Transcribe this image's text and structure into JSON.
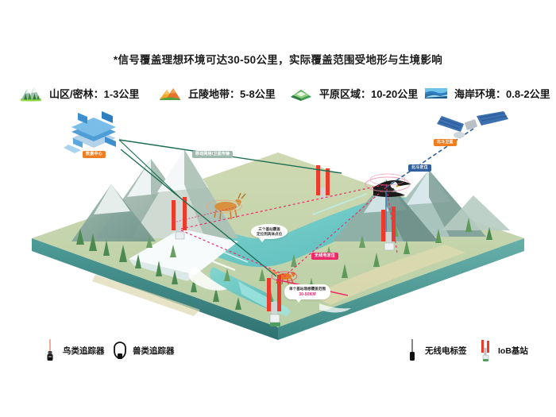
{
  "caption": "*信号覆盖理想环境可达30-50公里，实际覆盖范围受地形与生境影响",
  "legend_top": [
    {
      "icon": "mountain-forest-icon",
      "label": "山区/密林：1-3公里",
      "color": "#4f8c3a"
    },
    {
      "icon": "hill-icon",
      "label": "丘陵地带：5-8公里",
      "color": "#e8842a"
    },
    {
      "icon": "plain-icon",
      "label": "平原区域：10-20公里",
      "color": "#3f9e56"
    },
    {
      "icon": "coast-icon",
      "label": "海岸环境：0.8-2公里",
      "color": "#2a7ec4"
    }
  ],
  "legend_bottom": [
    {
      "icon": "bird-tracker-icon",
      "label": "鸟类追踪器"
    },
    {
      "icon": "mammal-tracker-icon",
      "label": "兽类追踪器"
    },
    {
      "icon": "radio-tag-icon",
      "label": "无线电标签"
    },
    {
      "icon": "iob-basestation-icon",
      "label": "IoB基站"
    }
  ],
  "scene_labels": {
    "data_center": "数据中心",
    "mobile_satellite_link": "移动网络/卫星传输",
    "beidou_satellite": "北斗卫星",
    "beidou_positioning": "北斗定位",
    "radio_positioning": "无线电定位"
  },
  "callouts": [
    {
      "name": "triangulation-bubble",
      "line1": "三个基站覆盖",
      "line2": "定位到具体点位"
    },
    {
      "name": "coverage-bubble",
      "line1": "单个基站理想覆盖范围",
      "line2": "30-50KM"
    }
  ],
  "colors": {
    "accent_orange": "#f07d20",
    "accent_pink": "#ee2a6b",
    "accent_blue": "#2f5f9e",
    "tower_red": "#ec3a2b",
    "link_green": "#1c6e52",
    "water_teal": "#5fc6c3",
    "terrain_side": "#3e8e8c"
  }
}
